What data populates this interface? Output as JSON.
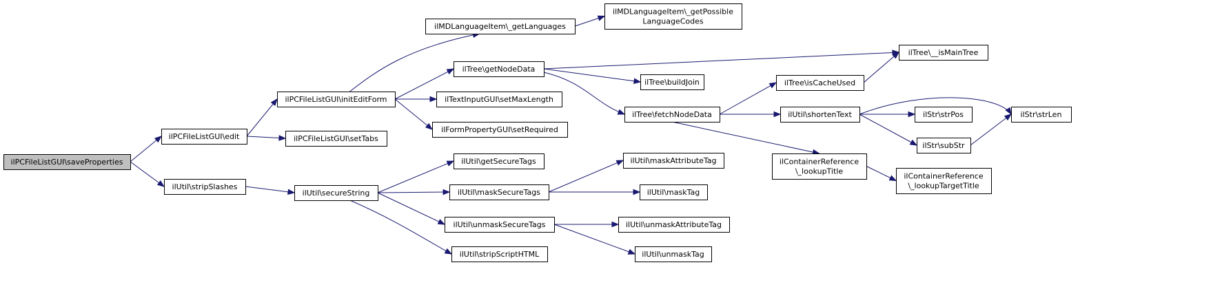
{
  "colors": {
    "edge": "#191970",
    "node_border": "#000000",
    "root_fill": "#bfbfbf",
    "node_fill": "#ffffff"
  },
  "nodes": [
    {
      "id": "root",
      "lines": [
        "ilPCFileListGUI\\saveProperties"
      ],
      "root": true
    },
    {
      "id": "edit",
      "lines": [
        "ilPCFileListGUI\\edit"
      ]
    },
    {
      "id": "stripSlashes",
      "lines": [
        "ilUtil\\stripSlashes"
      ]
    },
    {
      "id": "initEditForm",
      "lines": [
        "ilPCFileListGUI\\initEditForm"
      ]
    },
    {
      "id": "setTabs",
      "lines": [
        "ilPCFileListGUI\\setTabs"
      ]
    },
    {
      "id": "secureString",
      "lines": [
        "ilUtil\\secureString"
      ]
    },
    {
      "id": "getLanguages",
      "lines": [
        "ilMDLanguageItem\\_getLanguages"
      ]
    },
    {
      "id": "getNodeData",
      "lines": [
        "ilTree\\getNodeData"
      ]
    },
    {
      "id": "setMaxLength",
      "lines": [
        "ilTextInputGUI\\setMaxLength"
      ]
    },
    {
      "id": "setRequired",
      "lines": [
        "ilFormPropertyGUI\\setRequired"
      ]
    },
    {
      "id": "getSecureTags",
      "lines": [
        "ilUtil\\getSecureTags"
      ]
    },
    {
      "id": "maskSecureTags",
      "lines": [
        "ilUtil\\maskSecureTags"
      ]
    },
    {
      "id": "unmaskSecureTags",
      "lines": [
        "ilUtil\\unmaskSecureTags"
      ]
    },
    {
      "id": "stripScriptHTML",
      "lines": [
        "ilUtil\\stripScriptHTML"
      ]
    },
    {
      "id": "getPossibleLanguageCodes",
      "lines": [
        "ilMDLanguageItem\\_getPossible",
        "LanguageCodes"
      ]
    },
    {
      "id": "buildJoin",
      "lines": [
        "ilTree\\buildJoin"
      ]
    },
    {
      "id": "fetchNodeData",
      "lines": [
        "ilTree\\fetchNodeData"
      ]
    },
    {
      "id": "maskAttributeTag",
      "lines": [
        "ilUtil\\maskAttributeTag"
      ]
    },
    {
      "id": "maskTag",
      "lines": [
        "ilUtil\\maskTag"
      ]
    },
    {
      "id": "unmaskAttributeTag",
      "lines": [
        "ilUtil\\unmaskAttributeTag"
      ]
    },
    {
      "id": "unmaskTag",
      "lines": [
        "ilUtil\\unmaskTag"
      ]
    },
    {
      "id": "isCacheUsed",
      "lines": [
        "ilTree\\isCacheUsed"
      ]
    },
    {
      "id": "shortenText",
      "lines": [
        "ilUtil\\shortenText"
      ]
    },
    {
      "id": "lookupTitle",
      "lines": [
        "ilContainerReference",
        "\\_lookupTitle"
      ]
    },
    {
      "id": "isMainTree",
      "lines": [
        "ilTree\\__isMainTree"
      ]
    },
    {
      "id": "strPos",
      "lines": [
        "ilStr\\strPos"
      ]
    },
    {
      "id": "subStr",
      "lines": [
        "ilStr\\subStr"
      ]
    },
    {
      "id": "lookupTargetTitle",
      "lines": [
        "ilContainerReference",
        "\\_lookupTargetTitle"
      ]
    },
    {
      "id": "strLen",
      "lines": [
        "ilStr\\strLen"
      ]
    }
  ],
  "edges": [
    {
      "from": "root",
      "to": "edit"
    },
    {
      "from": "root",
      "to": "stripSlashes"
    },
    {
      "from": "edit",
      "to": "initEditForm"
    },
    {
      "from": "edit",
      "to": "setTabs"
    },
    {
      "from": "stripSlashes",
      "to": "secureString"
    },
    {
      "from": "initEditForm",
      "to": "getLanguages"
    },
    {
      "from": "initEditForm",
      "to": "getNodeData"
    },
    {
      "from": "initEditForm",
      "to": "setMaxLength"
    },
    {
      "from": "initEditForm",
      "to": "setRequired"
    },
    {
      "from": "secureString",
      "to": "getSecureTags"
    },
    {
      "from": "secureString",
      "to": "maskSecureTags"
    },
    {
      "from": "secureString",
      "to": "unmaskSecureTags"
    },
    {
      "from": "secureString",
      "to": "stripScriptHTML"
    },
    {
      "from": "getLanguages",
      "to": "getPossibleLanguageCodes"
    },
    {
      "from": "getNodeData",
      "to": "isMainTree"
    },
    {
      "from": "getNodeData",
      "to": "buildJoin"
    },
    {
      "from": "getNodeData",
      "to": "fetchNodeData"
    },
    {
      "from": "maskSecureTags",
      "to": "maskAttributeTag"
    },
    {
      "from": "maskSecureTags",
      "to": "maskTag"
    },
    {
      "from": "unmaskSecureTags",
      "to": "unmaskAttributeTag"
    },
    {
      "from": "unmaskSecureTags",
      "to": "unmaskTag"
    },
    {
      "from": "fetchNodeData",
      "to": "isCacheUsed"
    },
    {
      "from": "fetchNodeData",
      "to": "shortenText"
    },
    {
      "from": "fetchNodeData",
      "to": "lookupTitle"
    },
    {
      "from": "isCacheUsed",
      "to": "isMainTree"
    },
    {
      "from": "shortenText",
      "to": "strLen"
    },
    {
      "from": "shortenText",
      "to": "strPos"
    },
    {
      "from": "shortenText",
      "to": "subStr"
    },
    {
      "from": "lookupTitle",
      "to": "lookupTargetTitle"
    },
    {
      "from": "subStr",
      "to": "strLen"
    }
  ]
}
